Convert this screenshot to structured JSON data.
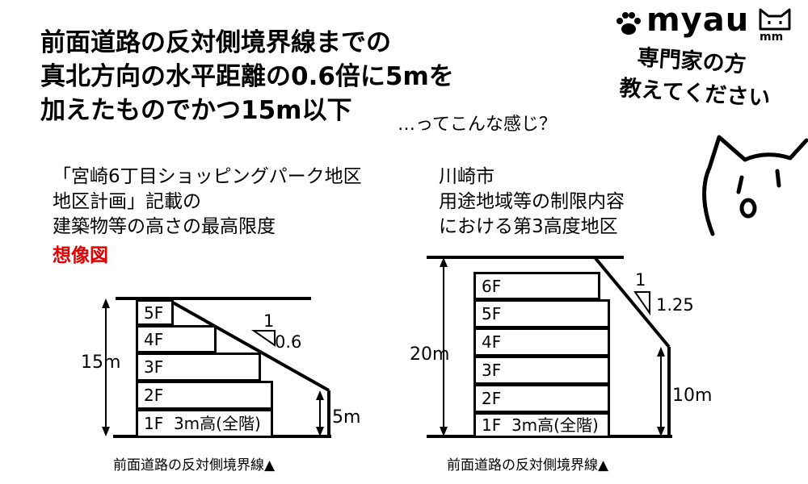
{
  "headline": {
    "line1": "前面道路の反対側境界線までの",
    "line2": "真北方向の水平距離の0.6倍に5mを",
    "line3": "加えたものでかつ15m以下",
    "aside": "…ってこんな感じ？"
  },
  "logo": {
    "text": "myau",
    "sub": "mm"
  },
  "side_message": {
    "line1": "専門家の方",
    "line2": "教えてください"
  },
  "left": {
    "caption1": "「宮崎6丁目ショッピングパーク地区",
    "caption2": "地区計画」記載の",
    "caption3": "建築物等の高さの最高限度",
    "note": "想像図",
    "floors": [
      "5F",
      "4F",
      "3F",
      "2F",
      "1F  3m高(全階)"
    ],
    "height_total": "15m",
    "height_base": "5m",
    "ratio_run": "1",
    "ratio_rise": "0.6",
    "bottom_label": "前面道路の反対側境界線▲"
  },
  "right": {
    "caption1": "川崎市",
    "caption2": "用途地域等の制限内容",
    "caption3": "における第3高度地区",
    "floors": [
      "6F",
      "5F",
      "4F",
      "3F",
      "2F",
      "1F  3m高(全階)"
    ],
    "height_total": "20m",
    "height_base": "10m",
    "ratio_run": "1",
    "ratio_rise": "1.25",
    "bottom_label": "前面道路の反対側境界線▲"
  }
}
